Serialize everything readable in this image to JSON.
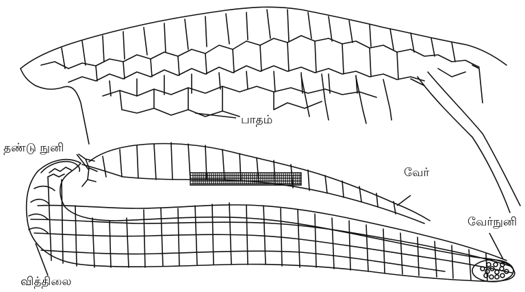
{
  "labels": {
    "stem_tip": "தண்டு நுனி",
    "foot": "பாதம்",
    "root": "வேர்",
    "root_tip": "வேர்நுனி",
    "cotyledon": "வித்திலை"
  }
}
